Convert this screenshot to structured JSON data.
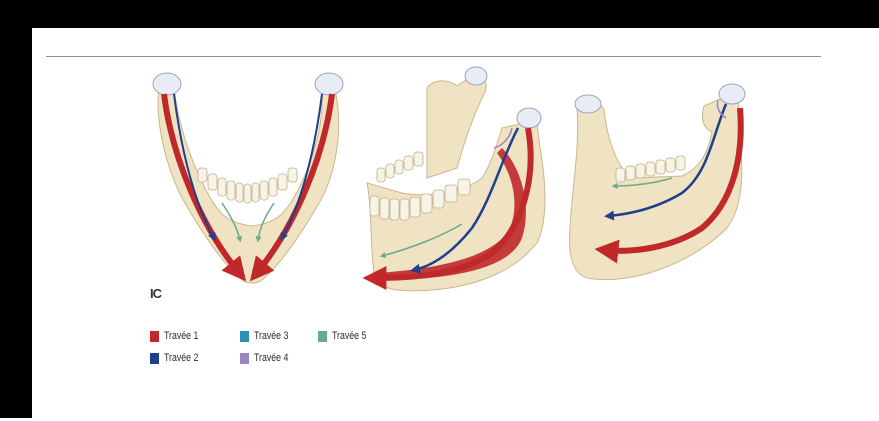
{
  "figure": {
    "corner_mark": "IC",
    "legend": [
      {
        "label": "Travée 1",
        "color": "#c0282a"
      },
      {
        "label": "Travée 3",
        "color": "#2e8fb5"
      },
      {
        "label": "Travée 5",
        "color": "#6aa98a"
      },
      {
        "label": "Travée 2",
        "color": "#1f3f8a"
      },
      {
        "label": "Travée 4",
        "color": "#9a86c0"
      }
    ],
    "colors": {
      "bone": "#efe3c4",
      "bone_shadow": "#d8c79c",
      "cartilage": "#e9ecf4",
      "trajectory_1": "#c0282a",
      "trajectory_2": "#1f3f8a",
      "trajectory_4": "#9a86c0",
      "trajectory_5": "#6aa98a"
    }
  }
}
